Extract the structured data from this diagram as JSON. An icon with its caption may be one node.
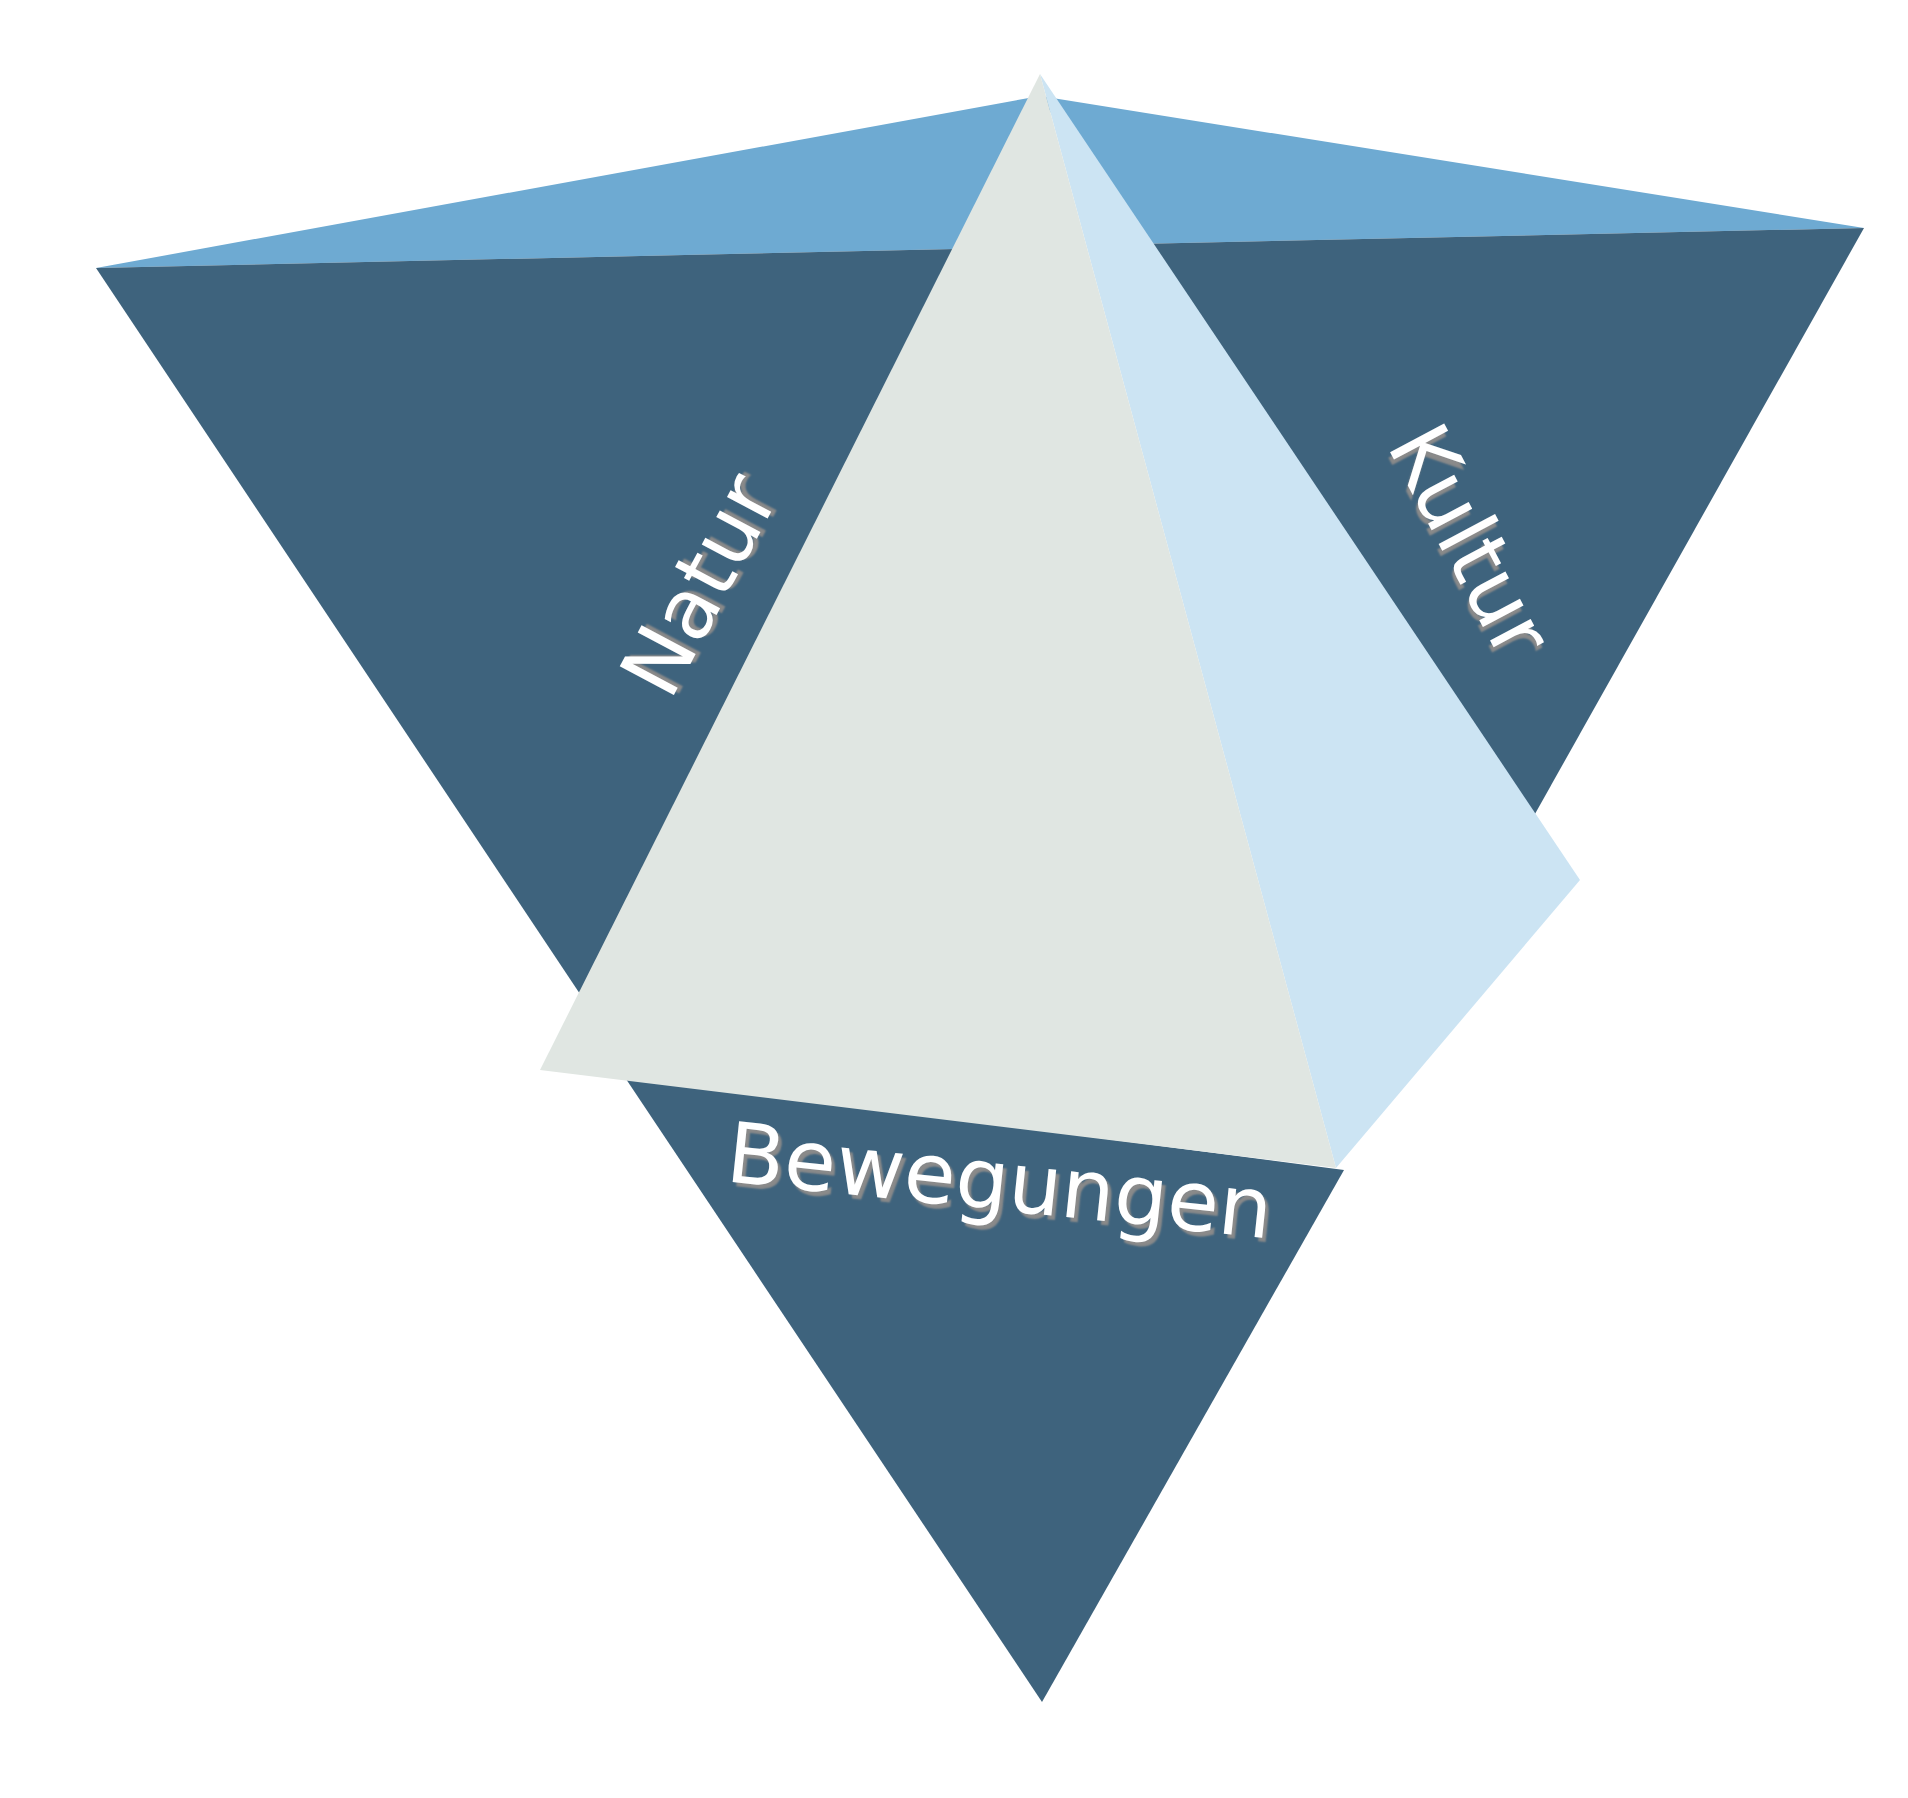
{
  "diagram": {
    "nodes": [
      {
        "text": [
          "Natur"
        ]
      },
      {
        "text": [
          "Kultur"
        ]
      },
      {
        "text": [
          "Bewegungen"
        ]
      }
    ]
  }
}
